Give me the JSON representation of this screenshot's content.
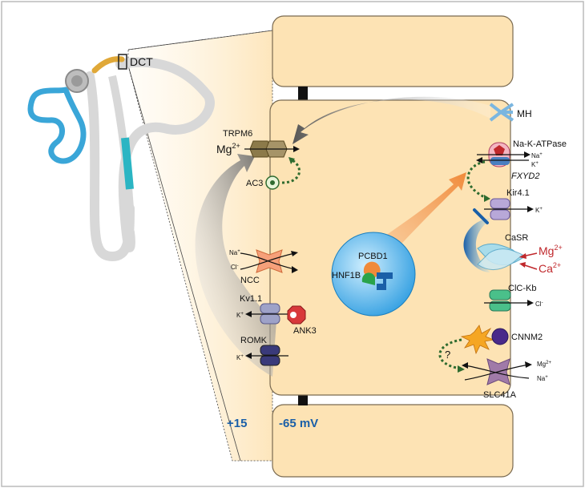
{
  "labels": {
    "dct": "DCT",
    "mh": "MH",
    "trpm6": "TRPM6",
    "mg_left": "Mg",
    "mg_left_sup": "2+",
    "ac3": "AC3",
    "nkatpase": "Na-K-ATPase",
    "fxyd2": "FXYD2",
    "na_small": "Na",
    "na_sup": "+",
    "k_small": "K",
    "k_sup": "+",
    "kir41": "Kir4.1",
    "casr": "CaSR",
    "mg_right": "Mg",
    "mg_right_sup": "2+",
    "ca_right": "Ca",
    "ca_right_sup": "2+",
    "pcbd1": "PCBD1",
    "hnf1b": "HNF1B",
    "ncc": "NCC",
    "cl_small": "Cl",
    "cl_sup": "-",
    "kv11": "Kv1.1",
    "ank3": "ANK3",
    "romk": "ROMK",
    "clckb": "ClC-Kb",
    "cnnm2": "CNNM2",
    "question": "?",
    "mg_small2": "Mg",
    "mg_small2_sup": "2+",
    "slc41a": "SLC41A",
    "potential_left": "+15",
    "potential_right": "-65 mV"
  },
  "colors": {
    "cell_fill": "#fde3b4",
    "cell_stroke": "#7a6a50",
    "lumen_arrow": "#555555",
    "accent_blue": "#1a5fa8",
    "casr_red": "#c0282c",
    "orange_arrow": "#f08a3a",
    "dotted_green": "#2f6b2f",
    "tubule_blue": "#3aa6d8",
    "tubule_teal": "#2bb5c3",
    "tubule_gold": "#e0a838"
  }
}
